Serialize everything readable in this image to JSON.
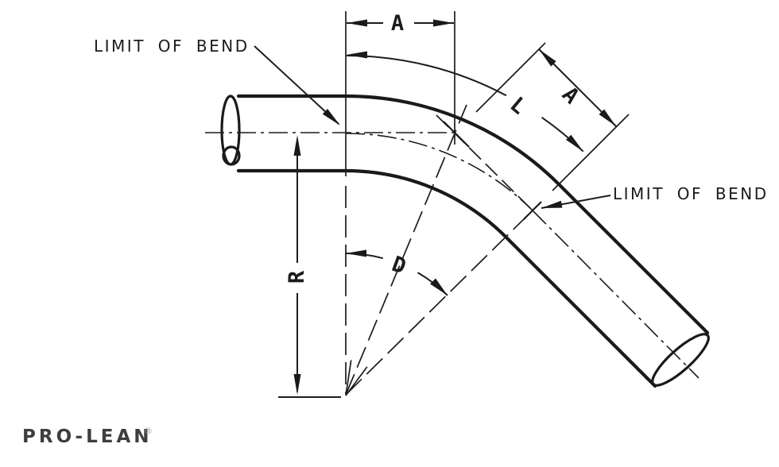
{
  "diagram": {
    "labels": {
      "limit_of_bend_left": "LIMIT OF BEND",
      "limit_of_bend_right": "LIMIT OF BEND",
      "dim_a_top": "A",
      "dim_a_leg": "A",
      "dim_l": "L",
      "dim_r": "R",
      "dim_d": "D"
    },
    "logo": {
      "text": "PRO-LEAN",
      "mark": "®"
    },
    "colors": {
      "line": "#1a1a1a",
      "logo": "#3e3e42",
      "logo_mark": "#9a9a9a",
      "background": "#ffffff"
    }
  }
}
